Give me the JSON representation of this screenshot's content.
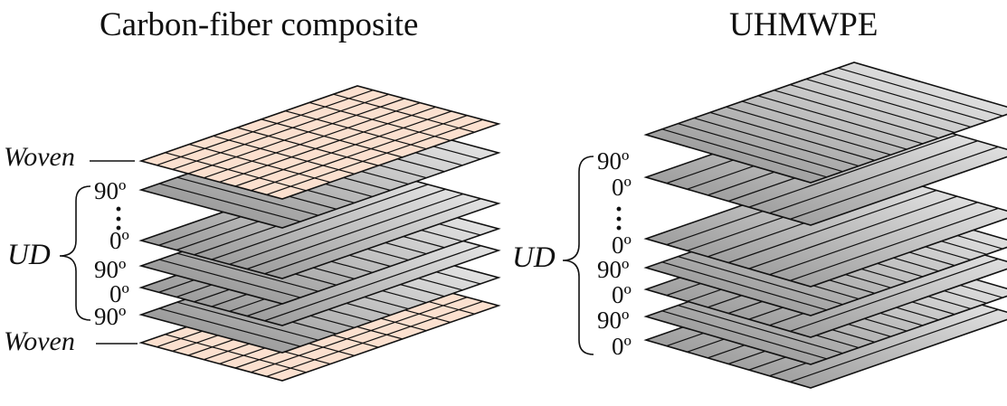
{
  "left_panel": {
    "title": "Carbon-fiber composite",
    "woven_top": "Woven",
    "woven_bottom": "Woven",
    "ud_label": "UD",
    "angles": [
      "90º",
      "0º",
      "90º",
      "0º",
      "90º"
    ]
  },
  "right_panel": {
    "title": "UHMWPE",
    "ud_label": "UD",
    "angles": [
      "90º",
      "0º",
      "0º",
      "90º",
      "0º",
      "90º",
      "0º"
    ]
  },
  "colors": {
    "woven_fill": "#fbe0cf",
    "ud_light": "#f2f2f2",
    "ud_dark": "#8f8f8f",
    "stroke": "#111111"
  }
}
